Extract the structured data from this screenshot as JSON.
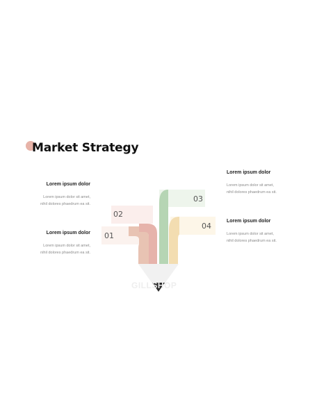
{
  "title": "Market Strategy",
  "watermark": "GILLSHOP",
  "steps": [
    {
      "number": "01",
      "color": "#e8c3b3",
      "tab": "#fbf2ee"
    },
    {
      "number": "02",
      "color": "#e6b3ab",
      "tab": "#fbeeec"
    },
    {
      "number": "03",
      "color": "#b6d5b4",
      "tab": "#eef5ec"
    },
    {
      "number": "04",
      "color": "#f3ddb1",
      "tab": "#fdf6e8"
    }
  ],
  "info_blocks": [
    {
      "heading": "Lorem ipsum dolor",
      "line1": "Lorem ipsum dolor sit amet,",
      "line2": "nihil dolores phaedrum ea sit."
    },
    {
      "heading": "Lorem ipsum dolor",
      "line1": "Lorem ipsum dolor sit amet,",
      "line2": "nihil dolores phaedrum ea sit."
    },
    {
      "heading": "Lorem ipsum dolor",
      "line1": "Lorem ipsum dolor sit amet,",
      "line2": "nihil dolores phaedrum ea sit."
    },
    {
      "heading": "Lorem ipsum dolor",
      "line1": "Lorem ipsum dolor sit amet,",
      "line2": "nihil dolores phaedrum ea sit."
    }
  ],
  "tip_color": "#2b2b2b",
  "cone_color": "#f1f1f1"
}
